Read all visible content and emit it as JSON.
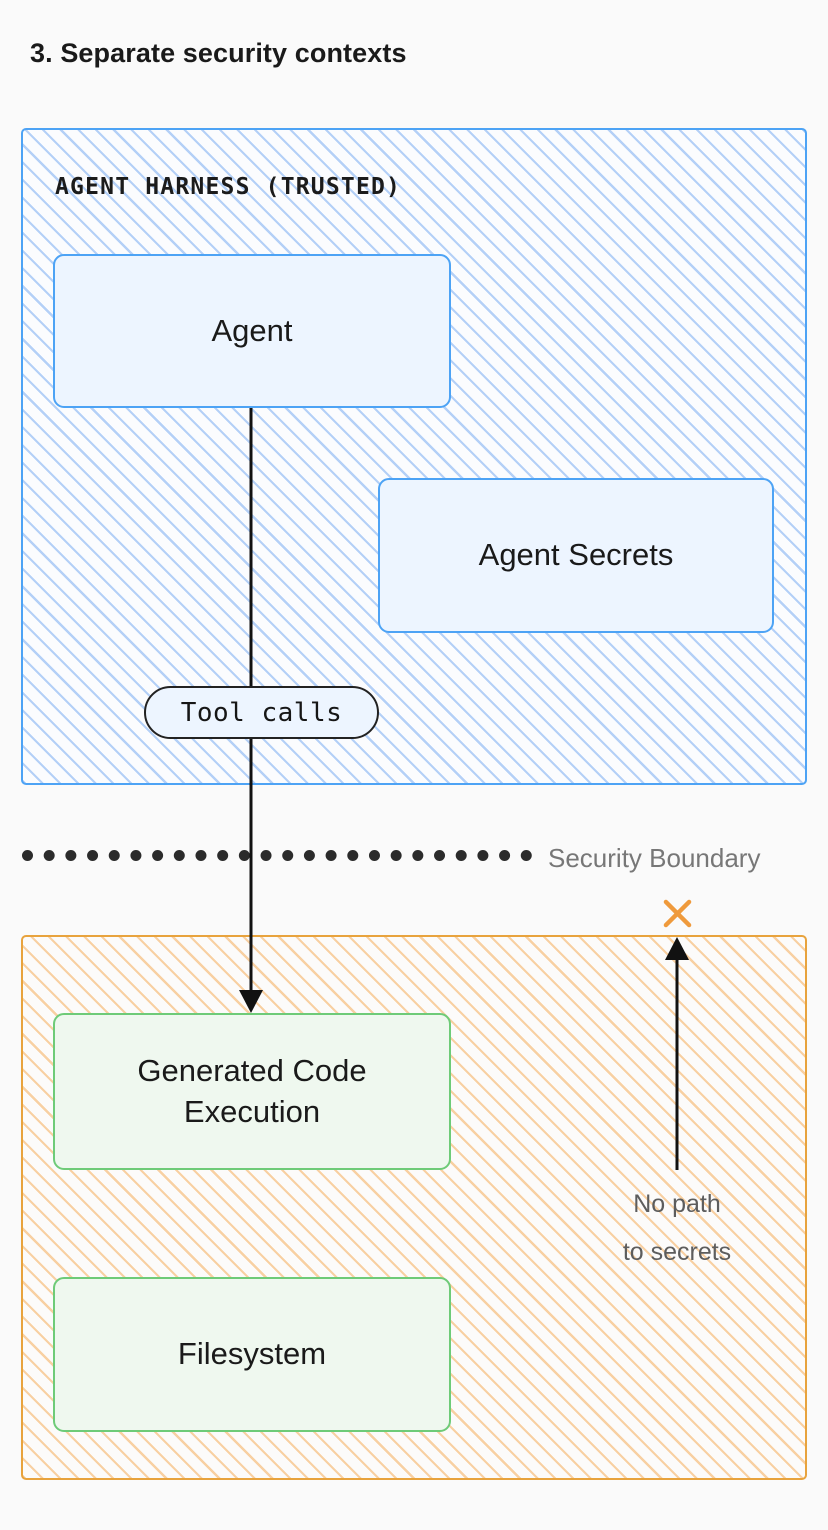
{
  "page": {
    "background": "#fafafa",
    "title": "3. Separate security contexts"
  },
  "diagram": {
    "type": "security-architecture-diagram",
    "zones": [
      {
        "id": "trusted",
        "label": "AGENT HARNESS (TRUSTED)",
        "border_color": "#4da3f5",
        "hatch_color": "#a0c4f5",
        "nodes": [
          {
            "id": "agent",
            "label": "Agent",
            "fill": "#edf5ff",
            "border": "#4da3f5"
          },
          {
            "id": "agent-secrets",
            "label": "Agent Secrets",
            "fill": "#edf5ff",
            "border": "#4da3f5"
          }
        ]
      },
      {
        "id": "sandbox",
        "label": "",
        "border_color": "#e8a33d",
        "hatch_color": "#f7c992",
        "nodes": [
          {
            "id": "generated-code-execution",
            "label_line1": "Generated Code",
            "label_line2": "Execution",
            "fill": "#eff8ef",
            "border": "#6ecb78"
          },
          {
            "id": "filesystem",
            "label": "Filesystem",
            "fill": "#eff8ef",
            "border": "#6ecb78"
          }
        ]
      }
    ],
    "edges": [
      {
        "id": "tool-calls-edge",
        "from": "agent",
        "to": "generated-code-execution",
        "pill_label": "Tool calls",
        "direction": "down",
        "color": "#222222"
      },
      {
        "id": "no-path-edge",
        "from": "sandbox",
        "to": "agent-secrets",
        "caption_line1": "No path",
        "caption_line2": "to secrets",
        "direction": "up",
        "blocked": true,
        "blocked_marker": "x-mark",
        "blocked_marker_color": "#ef9a3c",
        "color": "#111111"
      }
    ],
    "boundary": {
      "label": "Security Boundary",
      "style": "dotted",
      "color": "#2b2b2b",
      "label_color": "#777777"
    }
  }
}
